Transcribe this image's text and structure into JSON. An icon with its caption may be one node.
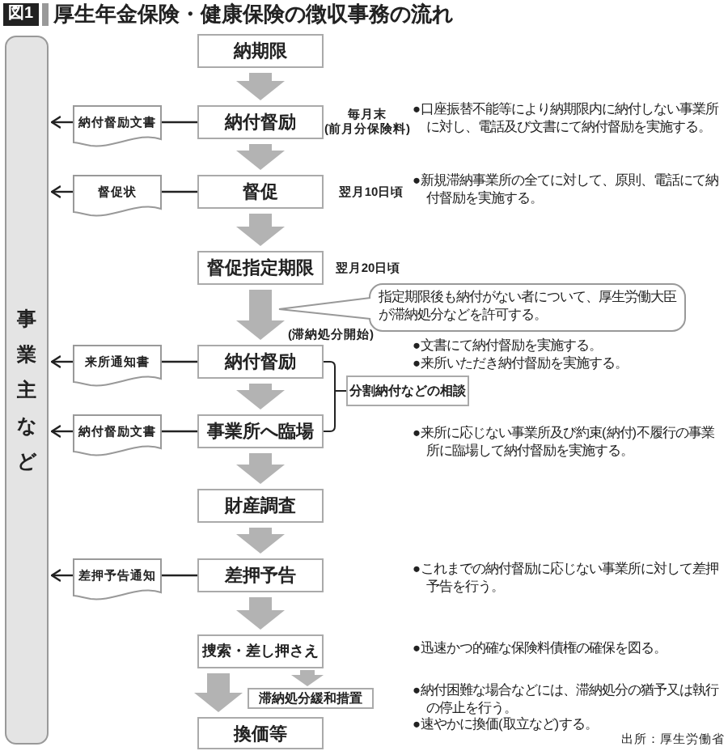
{
  "diagram": {
    "title": "厚生年金保険・健康保険の徴収事務の流れ",
    "nodes": [
      {
        "text": [
          "事業主など"
        ]
      },
      {
        "text": [
          "納期限"
        ]
      },
      {
        "text": [
          "納付督励"
        ],
        "beside": [
          "毎月末 (前月分保険料)"
        ]
      },
      {
        "text": [
          "督促"
        ],
        "beside": [
          "翌月10日頃"
        ]
      },
      {
        "text": [
          "督促指定期限"
        ],
        "beside": [
          "翌月20日頃"
        ]
      },
      {
        "text": [
          "指定期限後も納付がない者について、厚生労働大臣が滞納処分などを許可する。"
        ]
      },
      {
        "text": [
          "納付督励"
        ]
      },
      {
        "text": [
          "事業所へ臨場"
        ]
      },
      {
        "text": [
          "財産調査"
        ]
      },
      {
        "text": [
          "差押予告"
        ]
      },
      {
        "text": [
          "捜索・差し押さえ"
        ]
      },
      {
        "text": [
          "滞納処分緩和措置"
        ]
      },
      {
        "text": [
          "換価等"
        ]
      },
      {
        "text": [
          "分割納付などの相談"
        ]
      },
      {
        "text": [
          "納付督励文書"
        ]
      },
      {
        "text": [
          "督促状"
        ]
      },
      {
        "text": [
          "来所通知書"
        ]
      },
      {
        "text": [
          "納付督励文書"
        ]
      },
      {
        "text": [
          "差押予告通知"
        ]
      }
    ],
    "edges": [
      {
        "from": 1,
        "to": 2,
        "arrow": "to",
        "style": "thick",
        "color": "#b3b3b3"
      },
      {
        "from": 2,
        "to": 3,
        "arrow": "to",
        "style": "thick",
        "color": "#b3b3b3"
      },
      {
        "from": 3,
        "to": 4,
        "arrow": "to",
        "style": "thick",
        "color": "#b3b3b3"
      },
      {
        "from": 4,
        "to": 6,
        "arrow": "to",
        "style": "thick",
        "color": "#b3b3b3"
      },
      {
        "from": 6,
        "to": 7,
        "arrow": "to",
        "style": "thick",
        "color": "#b3b3b3"
      },
      {
        "from": 7,
        "to": 8,
        "arrow": "to",
        "style": "thick",
        "color": "#b3b3b3"
      },
      {
        "from": 8,
        "to": 9,
        "arrow": "to",
        "style": "thick",
        "color": "#b3b3b3"
      },
      {
        "from": 9,
        "to": 10,
        "arrow": "to",
        "style": "thick",
        "color": "#b3b3b3"
      },
      {
        "from": 10,
        "to": 11,
        "arrow": "to",
        "style": "thick",
        "color": "#b3b3b3"
      },
      {
        "from": 10,
        "to": 12,
        "arrow": "to",
        "style": "thick",
        "color": "#b3b3b3"
      },
      {
        "from": 2,
        "to": 14,
        "arrow": "none"
      },
      {
        "from": 14,
        "to": 0,
        "arrow": "to"
      },
      {
        "from": 3,
        "to": 15,
        "arrow": "none"
      },
      {
        "from": 15,
        "to": 0,
        "arrow": "to"
      },
      {
        "from": 6,
        "to": 16,
        "arrow": "none"
      },
      {
        "from": 16,
        "to": 0,
        "arrow": "to"
      },
      {
        "from": 7,
        "to": 17,
        "arrow": "none"
      },
      {
        "from": 17,
        "to": 0,
        "arrow": "to"
      },
      {
        "from": 9,
        "to": 18,
        "arrow": "none"
      },
      {
        "from": 18,
        "to": 0,
        "arrow": "to"
      },
      {
        "from": 6,
        "to": 13,
        "arrow": "none"
      },
      {
        "from": 7,
        "to": 13,
        "arrow": "none"
      }
    ],
    "labels": [
      "図1",
      "(滞納処分開始)",
      "●口座振替不能等により納期限内に納付しない事業所に対し、電話及び文書にて納付督励を実施する。",
      "●新規滞納事業所の全てに対して、原則、電話にて納付督励を実施する。",
      "●文書にて納付督励を実施する。",
      "●来所いただき納付督励を実施する。",
      "●来所に応じない事業所及び約束(納付)不履行の事業所に臨場して納付督励を実施する。",
      "●これまでの納付督励に応じない事業所に対して差押予告を行う。",
      "●迅速かつ的確な保険料債権の確保を図る。",
      "●納付困難な場合などには、滞納処分の猶予又は執行の停止を行う。",
      "●速やかに換価(取立など)する。",
      "出所：厚生労働省"
    ]
  }
}
